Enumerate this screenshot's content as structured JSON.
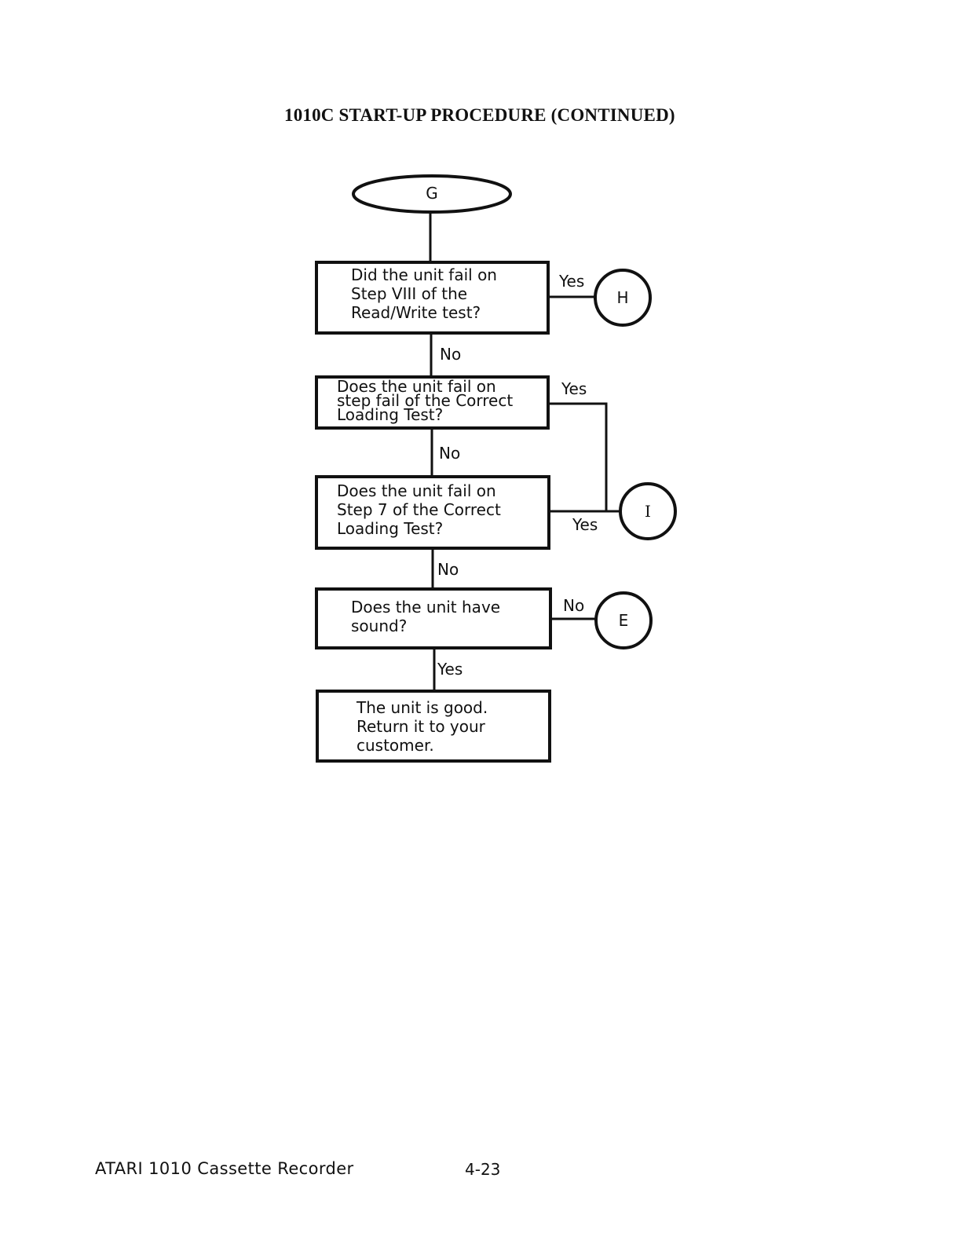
{
  "title": "1010C START-UP PROCEDURE (CONTINUED)",
  "flowchart": {
    "start": "G",
    "decisions": [
      {
        "text": "Did the unit fail on\nStep VIII of the\nRead/Write test?",
        "yes_label": "Yes",
        "no_label": "No",
        "yes_target": "H"
      },
      {
        "text": "Does the unit fail on\nstep fail of the Correct\nLoading Test?",
        "yes_label": "Yes",
        "no_label": "No",
        "yes_target": "I"
      },
      {
        "text": "Does the unit fail on\nStep 7 of the Correct\nLoading Test?",
        "yes_label": "Yes",
        "no_label": "No",
        "yes_target": "I"
      },
      {
        "text": "Does the unit have\nsound?",
        "no_label": "No",
        "yes_label": "Yes",
        "no_target": "E"
      }
    ],
    "end": "The unit is good.\nReturn it to your\ncustomer.",
    "connectors": [
      "H",
      "I",
      "E"
    ]
  },
  "footer": {
    "left": "ATARI 1010 Cassette Recorder",
    "page": "4-23"
  }
}
